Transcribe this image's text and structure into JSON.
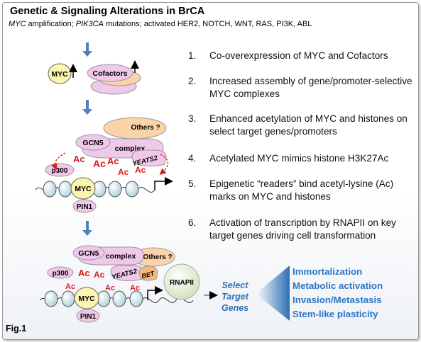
{
  "title": "Genetic & Signaling Alterations in BrCA",
  "subtitle": {
    "myc": "MYC",
    "part1": " amplification; ",
    "pik3ca": "PIK3CA",
    "part2": " mutations; activated HER2, NOTCH, WNT, RAS, PI3K, ABL"
  },
  "steps": [
    {
      "num": "1.",
      "text": "Co-overexpression of MYC and Cofactors"
    },
    {
      "num": "2.",
      "text": "Increased assembly of gene/promoter-selective MYC complexes"
    },
    {
      "num": "3.",
      "text": "Enhanced acetylation of MYC and histones on select target genes/promoters"
    },
    {
      "num": "4.",
      "text": "Acetylated MYC mimics histone H3K27Ac"
    },
    {
      "num": "5.",
      "text": "Epigenetic “readers” bind acetyl-lysine (Ac) marks on MYC and histones"
    },
    {
      "num": "6.",
      "text": "Activation of transcription by RNAPII on key target genes driving cell transformation"
    }
  ],
  "diagram": {
    "myc": "MYC",
    "cofactors": "Cofactors",
    "others": "Others ?",
    "gcn5": "GCN5",
    "complex": "complex",
    "yeats2": "YEATS2",
    "p300": "p300",
    "pin1": "PIN1",
    "ac": "Ac",
    "bet": "BET",
    "rnapii": "RNAPII"
  },
  "select_target_genes": [
    "Select",
    "Target",
    "Genes"
  ],
  "outcomes": [
    "Immortalization",
    "Metabolic activation",
    "Invasion/Metastasis",
    "Stem-like plasticity"
  ],
  "fig_label": "Fig.1",
  "colors": {
    "arrow_blue": "#4f81bd",
    "ac_red": "#e0191c",
    "myc_yellow": "#fbf5b0",
    "pink": "#f0c8ea",
    "orange": "#fad4a8",
    "outcome_blue": "#2e75c5"
  }
}
